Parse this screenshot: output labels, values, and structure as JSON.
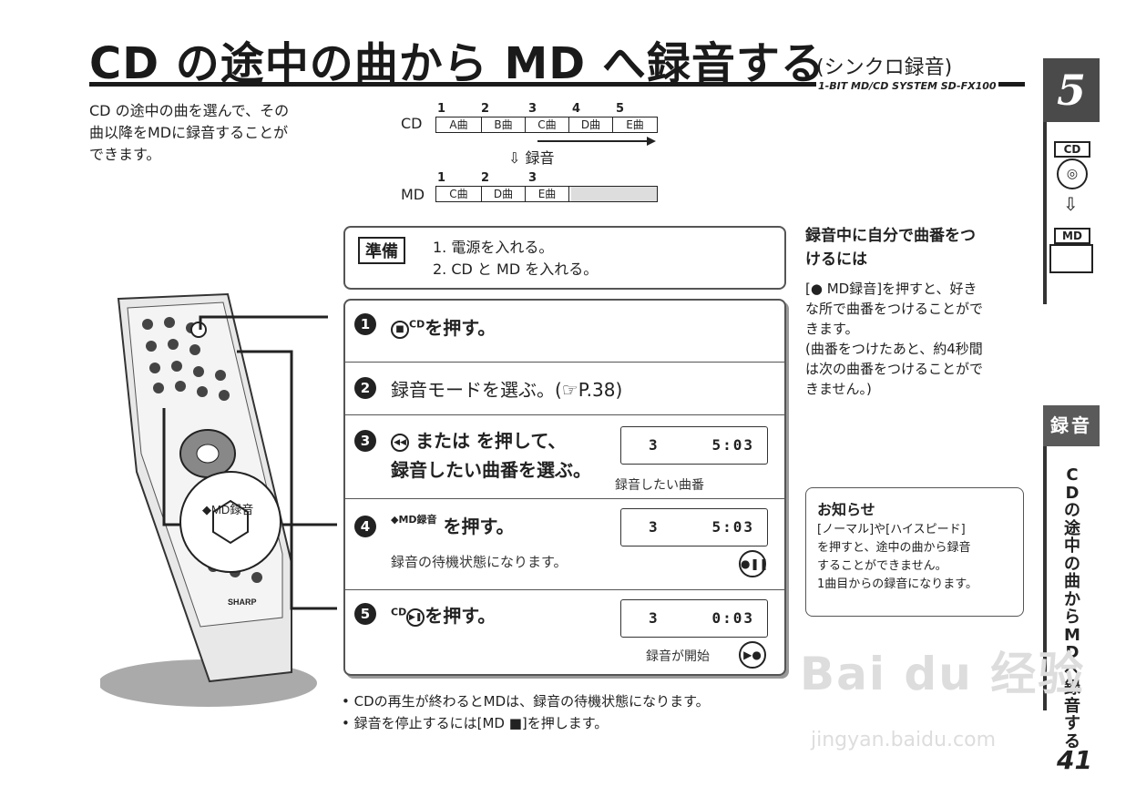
{
  "title": "CD の途中の曲から MD へ録音する",
  "subtitle": "(シンクロ録音)",
  "model": "1-BIT MD/CD SYSTEM  SD-FX100",
  "intro": [
    "CD の途中の曲を選んで、その",
    "曲以降をMDに録音することが",
    "できます。"
  ],
  "diagram": {
    "cd_label": "CD",
    "md_label": "MD",
    "cd_numbers": [
      "1",
      "2",
      "3",
      "4",
      "5"
    ],
    "cd_tracks": [
      "A曲",
      "B曲",
      "C曲",
      "D曲",
      "E曲"
    ],
    "arrow_label": "録音",
    "md_numbers": [
      "1",
      "2",
      "3"
    ],
    "md_tracks": [
      "C曲",
      "D曲",
      "E曲"
    ]
  },
  "prep": {
    "label": "準備",
    "lines": [
      "1. 電源を入れる。",
      "2. CD と MD を入れる。"
    ]
  },
  "steps": [
    {
      "num": "1",
      "text": "を押す。",
      "key": "CD"
    },
    {
      "num": "2",
      "text": "録音モードを選ぶ。(☞P.38)"
    },
    {
      "num": "3",
      "text": "または  を押して、",
      "text2": "録音したい曲番を選ぶ。",
      "lcd": {
        "track": "3",
        "time": "5:03"
      },
      "caption": "録音したい曲番"
    },
    {
      "num": "4",
      "text": "を押す。",
      "key": "◆MD録音",
      "sub": "録音の待機状態になります。",
      "lcd": {
        "track": "3",
        "time": "5:03"
      }
    },
    {
      "num": "5",
      "text": "を押す。",
      "key": "CD",
      "lcd": {
        "track": "3",
        "time": "0:03"
      },
      "caption": "録音が開始"
    }
  ],
  "rinfo": {
    "head": [
      "録音中に自分で曲番をつ",
      "けるには"
    ],
    "body": [
      "[● MD録音]を押すと、好き",
      "な所で曲番をつけることがで",
      "きます。",
      "(曲番をつけたあと、約4秒間",
      "は次の曲番をつけることがで",
      "きません。)"
    ]
  },
  "notice": {
    "title": "お知らせ",
    "body": [
      "[ノーマル]や[ハイスピード]",
      "を押すと、途中の曲から録音",
      "することができません。",
      "1曲目からの録音になります。"
    ]
  },
  "footnotes": [
    "• CDの再生が終わるとMDは、録音の待機状態になります。",
    "• 録音を停止するには[MD ■]を押します。"
  ],
  "remote": {
    "callout": "◆MD録音",
    "brand": "SHARP"
  },
  "sidebar": {
    "chapter": "5",
    "cd_icon": "CD",
    "md_icon": "MD",
    "tab": "録音",
    "vertical": [
      "C",
      "D",
      "の",
      "途",
      "中",
      "の",
      "曲",
      "か",
      "ら",
      "M",
      "D",
      "へ",
      "録",
      "音",
      "す",
      "る"
    ],
    "page": "41"
  },
  "watermark": {
    "text": "Bai du 经验",
    "url": "jingyan.baidu.com"
  }
}
